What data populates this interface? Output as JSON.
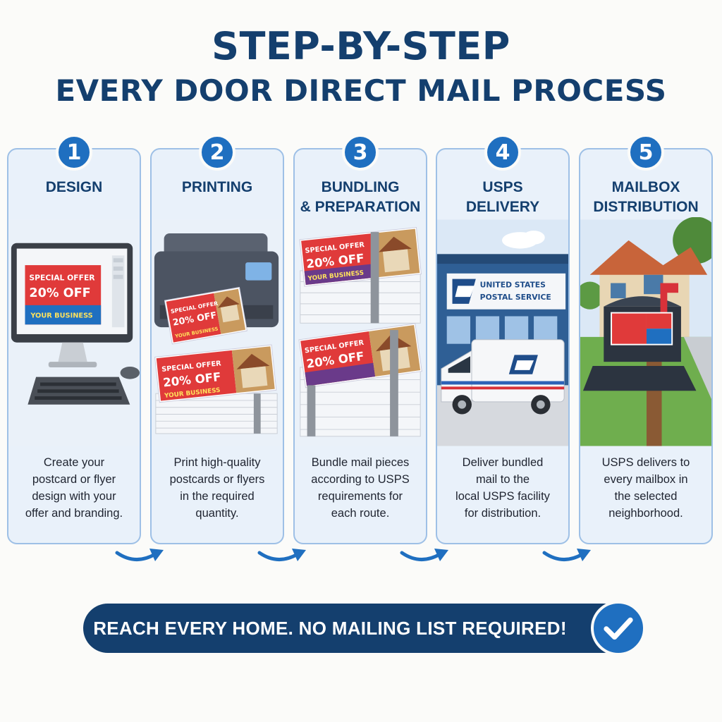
{
  "title": {
    "line1": "STEP-BY-STEP",
    "line2": "EVERY DOOR DIRECT MAIL PROCESS"
  },
  "steps": [
    {
      "number": "1",
      "title": "DESIGN",
      "description": "Create your\npostcard or flyer\ndesign with your\noffer and branding."
    },
    {
      "number": "2",
      "title": "PRINTING",
      "description": "Print high-quality\npostcards or flyers\nin the required\nquantity."
    },
    {
      "number": "3",
      "title": "BUNDLING\n& PREPARATION",
      "description": "Bundle mail pieces\naccording to USPS\nrequirements for\neach route."
    },
    {
      "number": "4",
      "title": "USPS\nDELIVERY",
      "description": "Deliver bundled\nmail to the\nlocal USPS facility\nfor distribution."
    },
    {
      "number": "5",
      "title": "MAILBOX\nDISTRIBUTION",
      "description": "USPS delivers to\nevery mailbox in\nthe selected\nneighborhood."
    }
  ],
  "postcard": {
    "line1": "SPECIAL OFFER",
    "line2": "20% OFF",
    "line3": "YOUR BUSINESS"
  },
  "building_sign": {
    "line1": "UNITED STATES",
    "line2": "POSTAL SERVICE"
  },
  "banner": {
    "text": "REACH EVERY HOME. NO MAILING LIST REQUIRED!"
  },
  "icons": {
    "arrow": "curved-arrow-icon",
    "check": "check-icon"
  },
  "colors": {
    "navy": "#143f6e",
    "blue": "#1f6fc0",
    "panel_bg": "#e9f1fa",
    "panel_border": "#9ec0e6",
    "offer_red": "#e03a3a"
  }
}
